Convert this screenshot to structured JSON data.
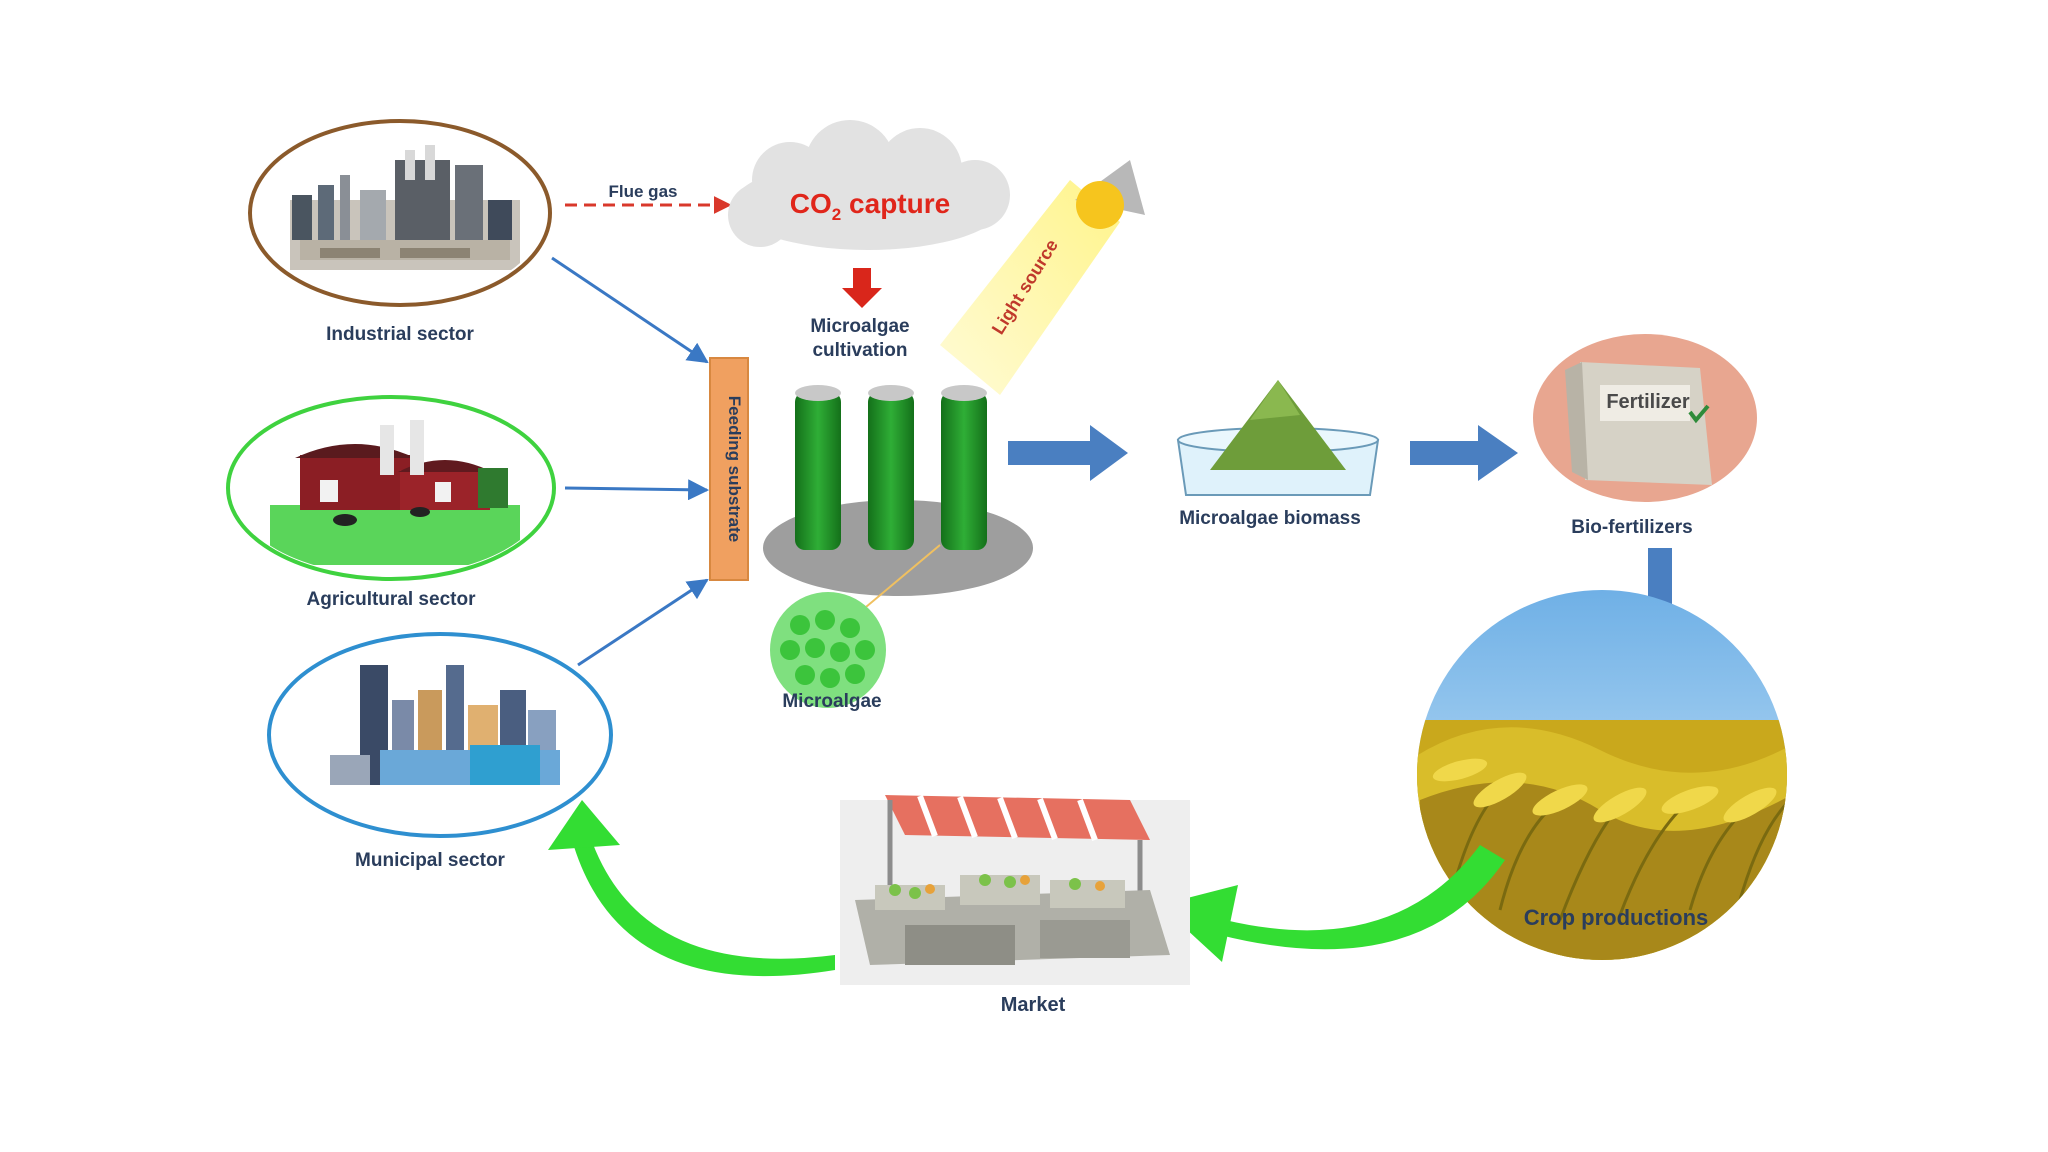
{
  "diagram": {
    "nodes": {
      "industrial": {
        "label": "Industrial sector",
        "ring_color": "#8b5a2b"
      },
      "agricultural": {
        "label": "Agricultural sector",
        "ring_color": "#3fd23f"
      },
      "municipal": {
        "label": "Municipal sector",
        "ring_color": "#2e8fd0"
      },
      "co2": {
        "prefix": "CO",
        "subscript": "2",
        "suffix": " capture",
        "text_color": "#e0261b"
      },
      "flue_gas": {
        "label": "Flue gas"
      },
      "cultivation": {
        "line1": "Microalgae",
        "line2": "cultivation"
      },
      "light": {
        "label": "Light source"
      },
      "feeding": {
        "label": "Feeding substrate",
        "color": "#f0a060"
      },
      "microalgae": {
        "label": "Microalgae"
      },
      "biomass": {
        "label": "Microalgae biomass"
      },
      "biofert": {
        "label": "Bio-fertilizers",
        "bag_text": "Fertilizer"
      },
      "crop": {
        "label": "Crop productions"
      },
      "market": {
        "label": "Market"
      }
    },
    "colors": {
      "flow_arrow": "#4a7fc1",
      "return_arrow": "#33dd33",
      "tube_green": "#1f8a25",
      "label_text": "#2a3d5c"
    }
  }
}
